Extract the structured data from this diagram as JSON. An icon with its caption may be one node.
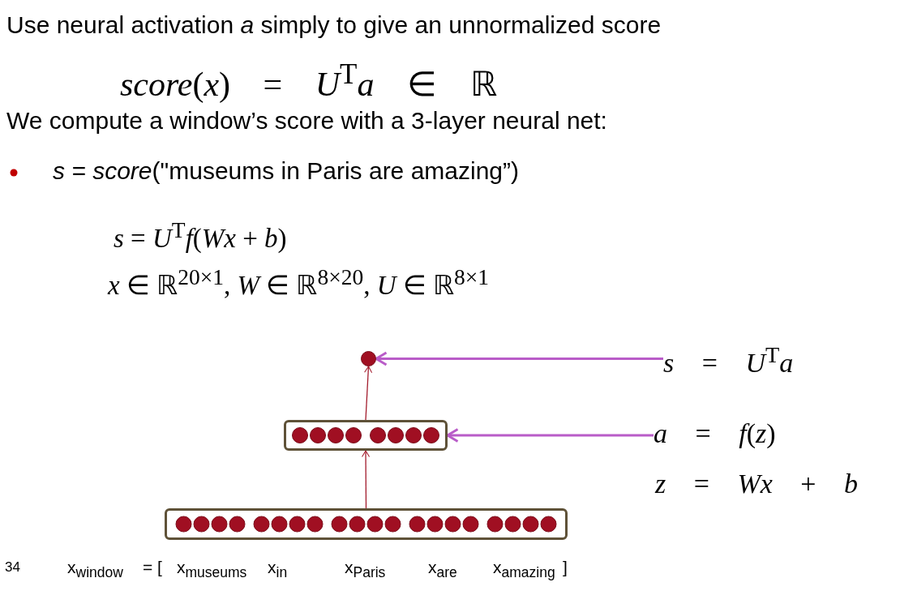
{
  "diagram": {
    "nodes": [
      {
        "text": [],
        "shape": "box"
      },
      {
        "text": [],
        "shape": "box"
      },
      {
        "text": [],
        "shape": "circle"
      },
      {
        "text": [
          "*s* = *U*$^{T}$*a*"
        ]
      },
      {
        "text": [
          "*a* = *f*(*z*)"
        ]
      }
    ],
    "edges": [
      {
        "from": 0,
        "to": 1,
        "arrow": "to",
        "color": "#a31d2e"
      },
      {
        "from": 1,
        "to": 2,
        "arrow": "to",
        "color": "#a31d2e"
      },
      {
        "from": 3,
        "to": 2,
        "arrow": "to",
        "style": "thick",
        "color": "#b95cc8"
      },
      {
        "from": 4,
        "to": 1,
        "arrow": "to",
        "style": "thick",
        "color": "#b95cc8"
      }
    ],
    "labels": [
      "Use neural activation *a* simply to give an unnormalized score",
      "*score*(*x*) = *U*$^{T}$*a* ∈ ℝ",
      "We compute a window’s score with a 3-layer neural net:",
      "*s = score*(\"museums in Paris are amazing”)",
      "*s* = *U*$^{T}$*f*(*Wx* + *b*)",
      "*x* ∈ ℝ$^{20×1}$, *W* ∈ ℝ$^{8×20}$, *U* ∈ ℝ$^{8×1}$",
      "*z* = *Wx* + *b*",
      "34",
      "x$_{window}$",
      "= [",
      "x$_{museums}$",
      "x$_{in}$",
      "x$_{Paris}$",
      "x$_{are}$",
      "x$_{amazing}$",
      "]"
    ]
  }
}
